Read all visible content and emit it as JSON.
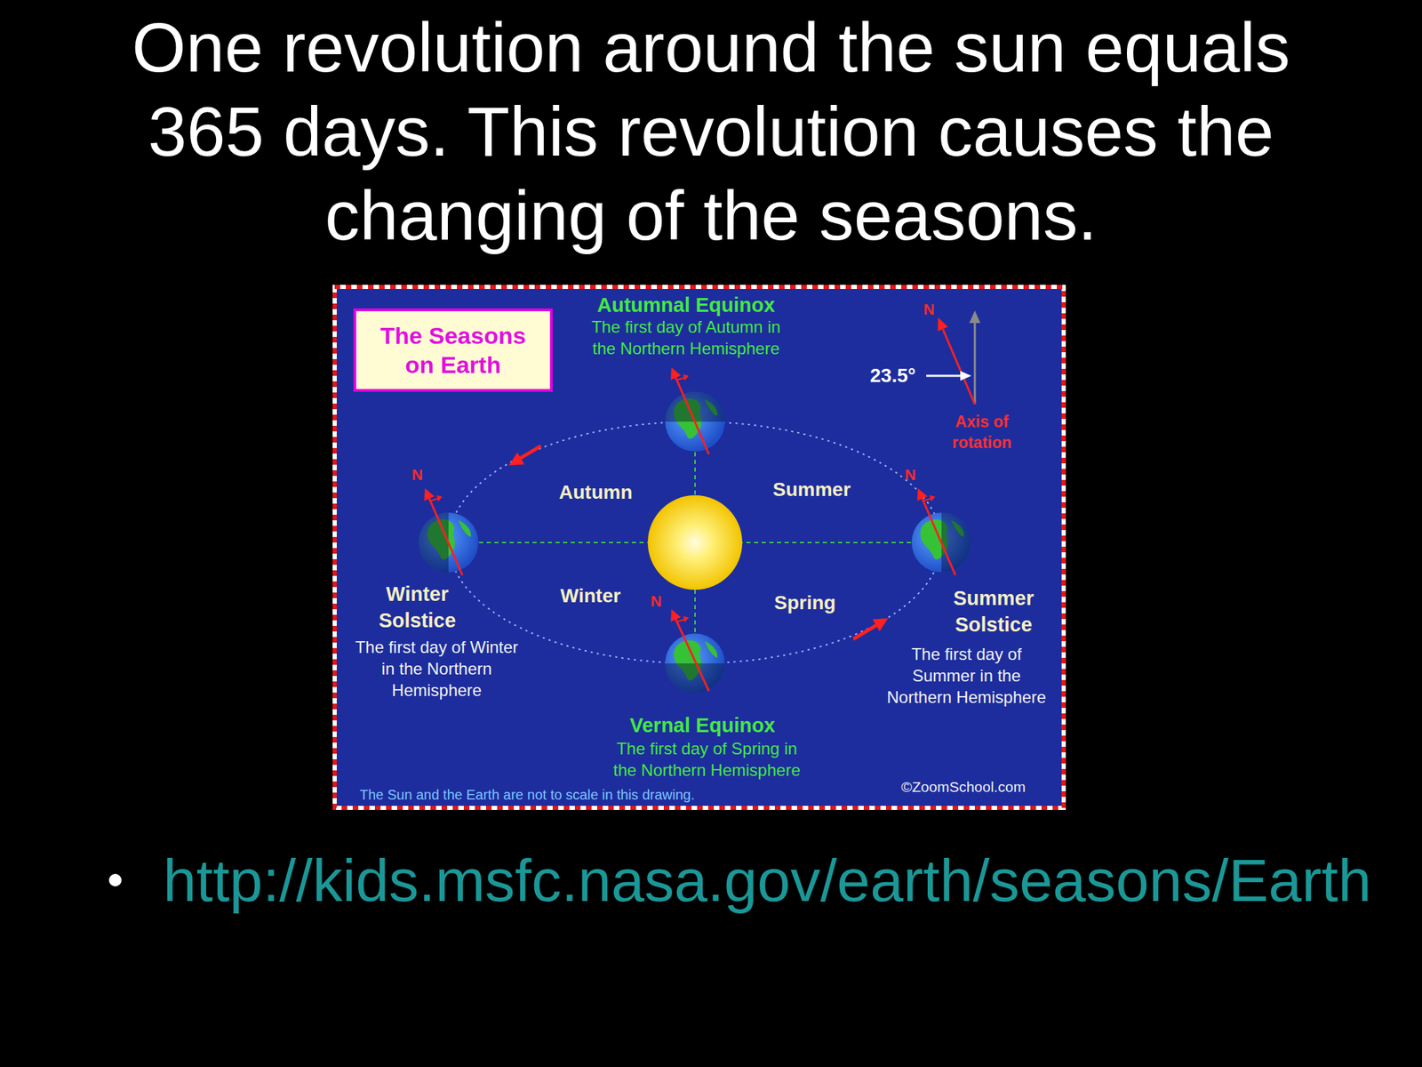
{
  "diagram": {
    "title": "One revolution around the sun equals 365 days.  This revolution causes the changing of the seasons.",
    "nodes": [
      {
        "text": [
          "The Seasons on Earth"
        ]
      }
    ],
    "labels": [
      "Autumnal Equinox",
      "The first day of Autumn in the Northern Hemisphere",
      "N",
      "23.5°",
      "Axis of rotation",
      "Autumn",
      "Summer",
      "N",
      "N",
      "Winter Solstice",
      "Winter",
      "N",
      "Spring",
      "Summer Solstice",
      "The first day of Winter in the Northern Hemisphere",
      "The first day of Summer in the Northern Hemisphere",
      "Vernal Equinox",
      "The first day of Spring in the Northern Hemisphere",
      "The Sun and the Earth are not to scale in this drawing.",
      "©ZoomSchool.com",
      "http://kids.msfc.nasa.gov/earth/seasons/Earth"
    ]
  }
}
